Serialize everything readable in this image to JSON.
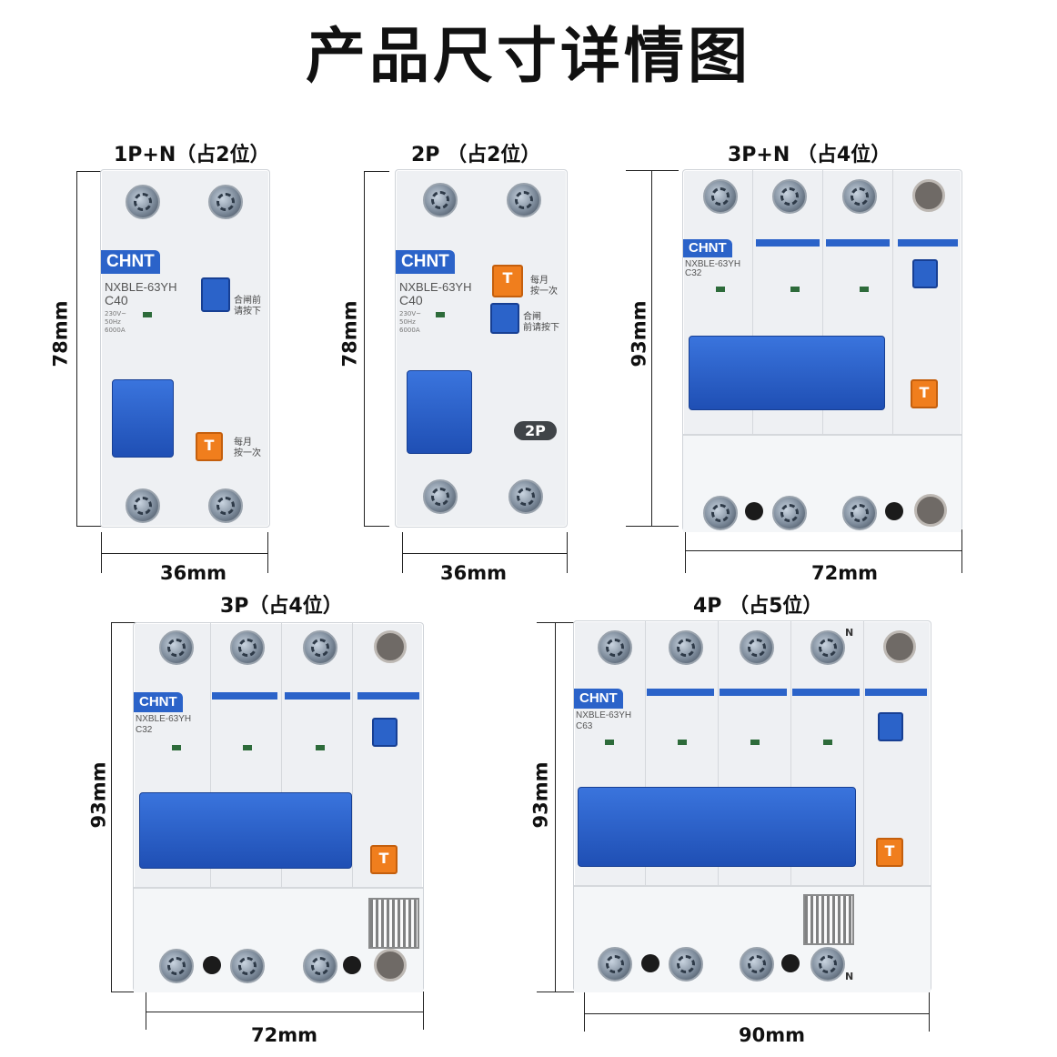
{
  "title": "产品尺寸详情图",
  "products": [
    {
      "label": "1P+N（占2位）",
      "height": "78mm",
      "width": "36mm",
      "model": "NXBLE-63YH",
      "rating": "C40",
      "specs": "230V~\n50Hz\n6000A",
      "btn_hint": "合闸前\n请按下",
      "test_hint": "每月\n按一次"
    },
    {
      "label": "2P （占2位）",
      "height": "78mm",
      "width": "36mm",
      "model": "NXBLE-63YH",
      "rating": "C40",
      "specs": "230V~\n50Hz\n6000A",
      "btn_hint": "合闸\n前请按下",
      "test_hint": "每月\n按一次",
      "badge": "2P"
    },
    {
      "label": "3P+N （占4位）",
      "height": "93mm",
      "width": "72mm",
      "model": "NXBLE-63YH",
      "rating": "C32"
    },
    {
      "label": "3P（占4位）",
      "height": "93mm",
      "width": "72mm",
      "model": "NXBLE-63YH",
      "rating": "C32"
    },
    {
      "label": "4P （占5位）",
      "height": "93mm",
      "width": "90mm",
      "model": "NXBLE-63YH",
      "rating": "C63"
    }
  ],
  "brand": "CHNT",
  "n_mark": "N",
  "test_letter": "T"
}
